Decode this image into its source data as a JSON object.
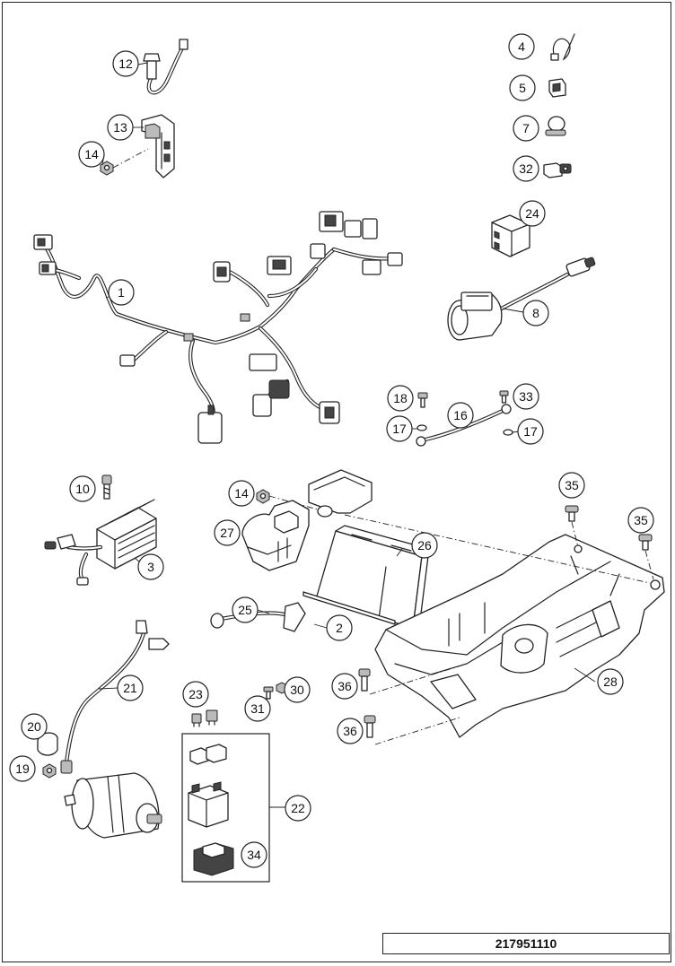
{
  "diagram_code": "217951110",
  "callouts": [
    {
      "id": "12",
      "label": "12"
    },
    {
      "id": "13",
      "label": "13"
    },
    {
      "id": "14a",
      "label": "14"
    },
    {
      "id": "4",
      "label": "4"
    },
    {
      "id": "5",
      "label": "5"
    },
    {
      "id": "7",
      "label": "7"
    },
    {
      "id": "32",
      "label": "32"
    },
    {
      "id": "24",
      "label": "24"
    },
    {
      "id": "1",
      "label": "1"
    },
    {
      "id": "8",
      "label": "8"
    },
    {
      "id": "18",
      "label": "18"
    },
    {
      "id": "33",
      "label": "33"
    },
    {
      "id": "16",
      "label": "16"
    },
    {
      "id": "17a",
      "label": "17"
    },
    {
      "id": "17b",
      "label": "17"
    },
    {
      "id": "10",
      "label": "10"
    },
    {
      "id": "14b",
      "label": "14"
    },
    {
      "id": "35a",
      "label": "35"
    },
    {
      "id": "35b",
      "label": "35"
    },
    {
      "id": "27",
      "label": "27"
    },
    {
      "id": "26",
      "label": "26"
    },
    {
      "id": "3",
      "label": "3"
    },
    {
      "id": "25",
      "label": "25"
    },
    {
      "id": "2",
      "label": "2"
    },
    {
      "id": "21",
      "label": "21"
    },
    {
      "id": "23",
      "label": "23"
    },
    {
      "id": "30",
      "label": "30"
    },
    {
      "id": "31",
      "label": "31"
    },
    {
      "id": "36a",
      "label": "36"
    },
    {
      "id": "28",
      "label": "28"
    },
    {
      "id": "20",
      "label": "20"
    },
    {
      "id": "19",
      "label": "19"
    },
    {
      "id": "36b",
      "label": "36"
    },
    {
      "id": "22",
      "label": "22"
    },
    {
      "id": "34",
      "label": "34"
    }
  ]
}
